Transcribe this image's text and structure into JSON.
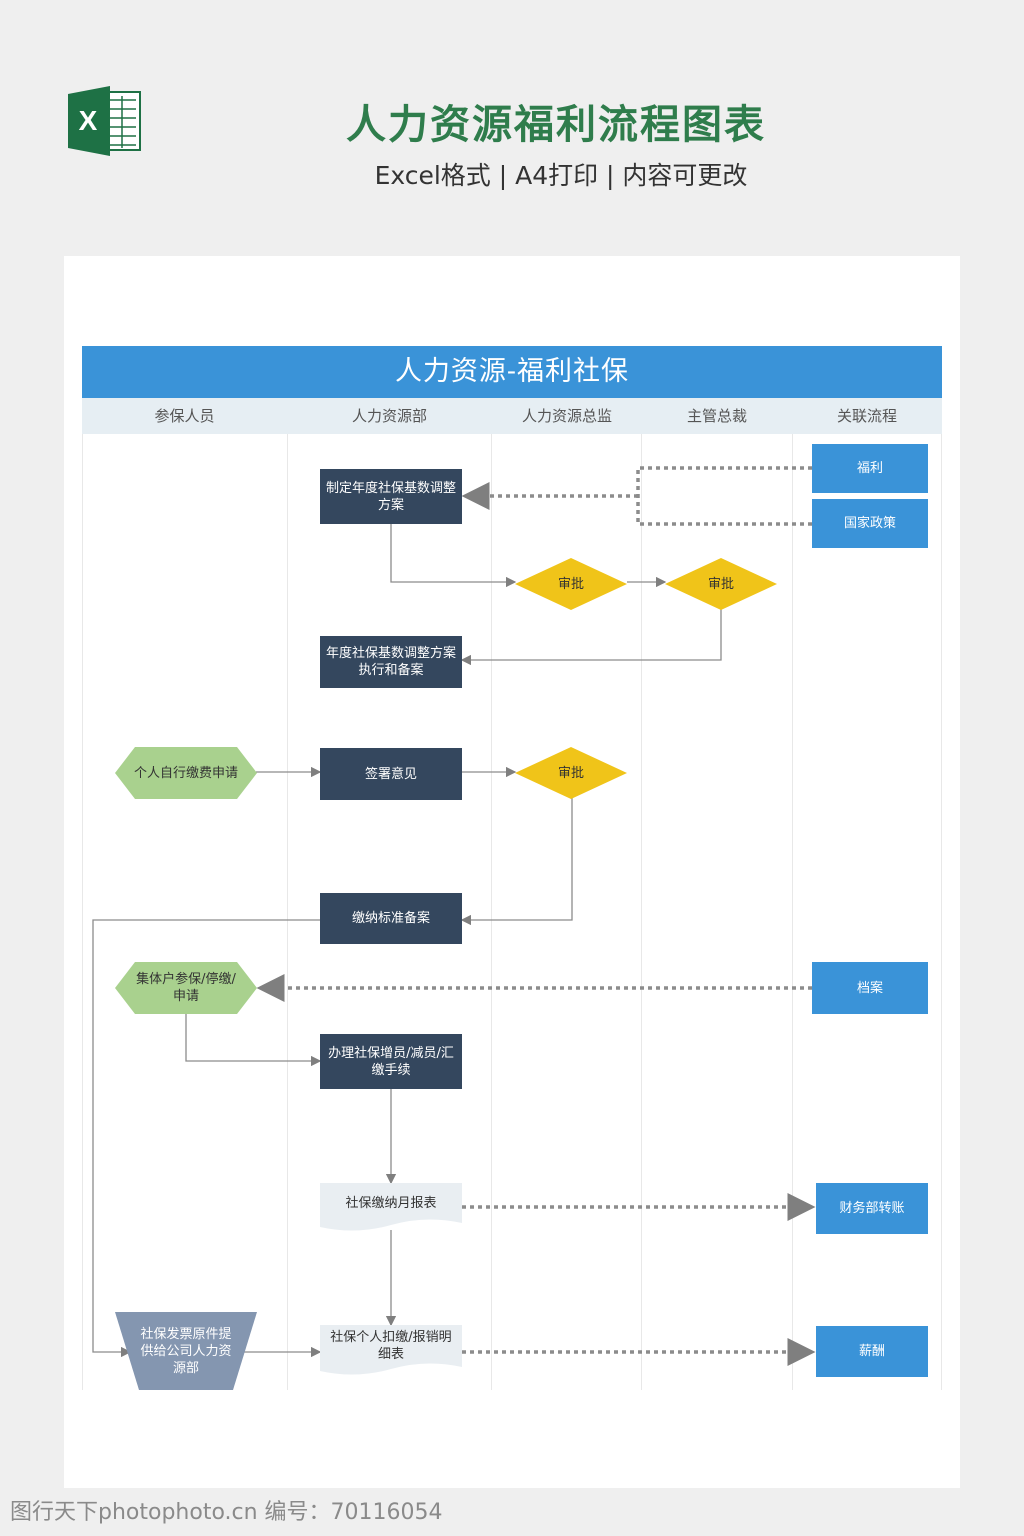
{
  "header": {
    "title": "人力资源福利流程图表",
    "subtitle": "Excel格式 | A4打印 | 内容可更改",
    "logo_icon": "excel-icon",
    "logo_letter": "X"
  },
  "diagram": {
    "title": "人力资源-福利社保",
    "lanes": [
      "参保人员",
      "人力资源部",
      "人力资源总监",
      "主管总裁",
      "关联流程"
    ],
    "nodes": {
      "plan": "制定年度社保基数调整方案",
      "approve_director": "审批",
      "approve_president": "审批",
      "execute": "年度社保基数调整方案执行和备案",
      "personal_apply": "个人自行缴费申请",
      "sign": "签署意见",
      "approve_director_2": "审批",
      "standard_record": "缴纳标准备案",
      "group_apply": "集体户参保/停缴/申请",
      "handle": "办理社保增员/减员/汇缴手续",
      "monthly_report": "社保缴纳月报表",
      "detail_report": "社保个人扣缴/报销明细表",
      "invoice": "社保发票原件提供给公司人力资源部",
      "rel_welfare": "福利",
      "rel_policy": "国家政策",
      "rel_archive": "档案",
      "rel_finance": "财务部转账",
      "rel_salary": "薪酬"
    }
  },
  "colors": {
    "banner": "#3a93d8",
    "dark_box": "#34475e",
    "diamond": "#f0c419",
    "hexagon": "#a9d18e",
    "trapezoid": "#8496b0",
    "document": "#e9eef2",
    "title_green": "#2f7d4c"
  },
  "watermark": "图行天下photophoto.cn  编号：70116054"
}
